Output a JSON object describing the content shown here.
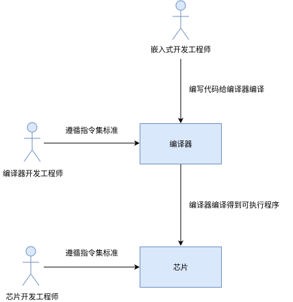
{
  "colors": {
    "box_fill": "#dae8fc",
    "box_stroke": "#6c8ebf",
    "actor_fill": "#dae8fc",
    "actor_stroke": "#6c8ebf",
    "edge": "#000000"
  },
  "actors": {
    "embedded_engineer": {
      "label": "嵌入式开发工程师",
      "icon": "person-icon"
    },
    "compiler_engineer": {
      "label": "编译器开发工程师",
      "icon": "person-icon"
    },
    "chip_engineer": {
      "label": "芯片开发工程师",
      "icon": "person-icon"
    }
  },
  "nodes": {
    "compiler": {
      "label": "编译器"
    },
    "chip": {
      "label": "芯片"
    }
  },
  "edges": {
    "embedded_to_compiler": {
      "label": "编写代码给编译器编译"
    },
    "compiler_engineer_to_compiler": {
      "label": "遵循指令集标准"
    },
    "compiler_to_chip": {
      "label": "编译器编译得到可执行程序"
    },
    "chip_engineer_to_chip": {
      "label": "遵循指令集标准"
    }
  }
}
